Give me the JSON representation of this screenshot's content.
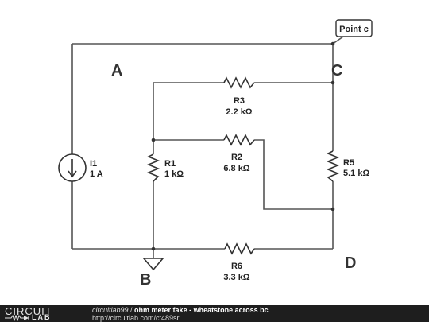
{
  "nodes": {
    "a": "A",
    "b": "B",
    "c": "C",
    "d": "D"
  },
  "callout": {
    "label": "Point c"
  },
  "components": {
    "i1": {
      "name": "I1",
      "value": "1 A"
    },
    "r1": {
      "name": "R1",
      "value": "1 kΩ"
    },
    "r2": {
      "name": "R2",
      "value": "6.8 kΩ"
    },
    "r3": {
      "name": "R3",
      "value": "2.2 kΩ"
    },
    "r5": {
      "name": "R5",
      "value": "5.1 kΩ"
    },
    "r6": {
      "name": "R6",
      "value": "3.3 kΩ"
    }
  },
  "footer": {
    "logo_top": "CIRCUIT",
    "logo_bottom": "LAB",
    "user": "circuitlab99",
    "separator": " / ",
    "title": "ohm meter fake - wheatstone across bc",
    "url": "http://circuitlab.com/ct489sr"
  }
}
